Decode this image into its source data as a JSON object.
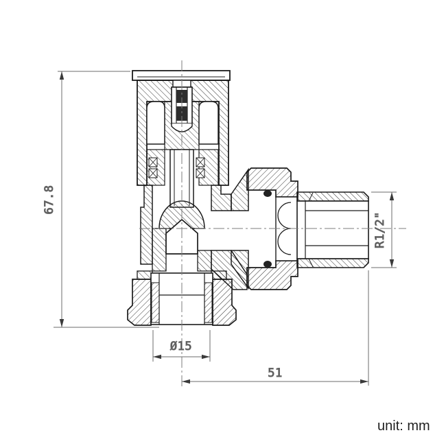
{
  "drawing": {
    "subject": "angle-radiator-valve-cross-section",
    "unit_note": "unit: mm",
    "dimensions": {
      "overall_height": "67.8",
      "thread_size": "R1/2\"",
      "pipe_diameter": "Ø15",
      "tail_length": "51"
    },
    "colors": {
      "line": "#1b1b1b",
      "dimension_line": "#6b6b6b",
      "dimension_text": "#4d4d4d",
      "centerline": "#7d7d7d",
      "background": "#ffffff"
    }
  }
}
